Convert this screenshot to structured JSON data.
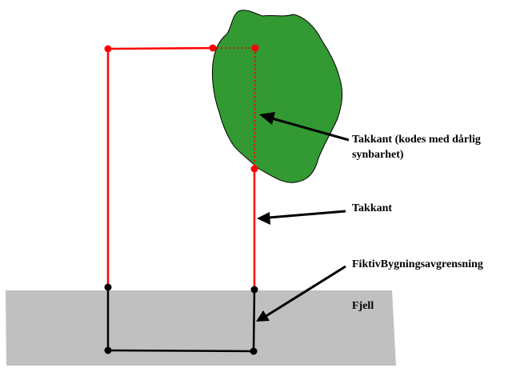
{
  "labels": {
    "takkant_poor_line1": "Takkant (kodes med dårlig",
    "takkant_poor_line2": "synbarhet)",
    "takkant": "Takkant",
    "fiktiv": "FiktivBygningsavgrensning",
    "fjell": "Fjell"
  },
  "colors": {
    "takkant_line": "#ff0000",
    "fiktiv_line": "#000000",
    "tree_fill": "#339933",
    "terrain_fill": "#c0c0c0",
    "arrow": "#000000"
  },
  "icons": {
    "tree": "tree-canopy-shape",
    "terrain": "rock-terrain-area"
  }
}
